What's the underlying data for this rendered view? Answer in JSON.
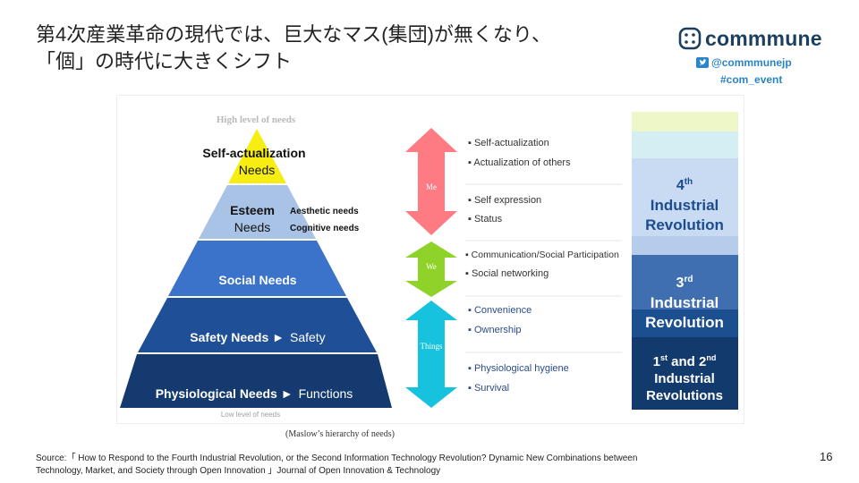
{
  "title": {
    "line1": "第4次産業革命の現代では、巨大なマス(集団)が無くなり、",
    "line2": "「個」の時代に大きくシフト"
  },
  "brand": {
    "name": "commmune",
    "twitter": "@commmunejp",
    "hashtag": "#com_event",
    "color": "#1c3f5f",
    "link_color": "#2a85c8"
  },
  "pyramid": {
    "high_label": "High level of  needs",
    "low_label": "Low level of needs",
    "self_actualization": {
      "name": "Self-actualization",
      "sub": "Needs"
    },
    "esteem": {
      "name": "Esteem",
      "sub": "Needs",
      "note1": "Aesthetic needs",
      "note2": "Cognitive needs"
    },
    "social": {
      "name": "Social Needs"
    },
    "safety": {
      "name": "Safety Needs ►",
      "sub": "Safety"
    },
    "physiological": {
      "name": "Physiological Needs ►",
      "sub": "Functions"
    },
    "colors": {
      "self_actualization": "#f6ee12",
      "esteem": "#a9c3e6",
      "social": "#3a73c9",
      "safety": "#1f4f97",
      "physiological": "#143a70"
    }
  },
  "arrows": {
    "me": {
      "label": "Me",
      "color": "#ff7b84"
    },
    "we": {
      "label": "We",
      "color": "#8fd22a"
    },
    "things": {
      "label": "Things",
      "color": "#16c2de"
    }
  },
  "bullets": {
    "me": [
      "Self-actualization",
      "Actualization of others",
      "Self expression",
      "Status"
    ],
    "we": [
      "Communication/Social  Participation",
      "Social networking"
    ],
    "things": [
      "Convenience",
      "Ownership",
      "Physiological hygiene",
      "Survival"
    ]
  },
  "revolutions": {
    "fourth": {
      "base": "4",
      "sup": "th",
      "line1": "Industrial",
      "line2": "Revolution"
    },
    "third": {
      "base": "3",
      "sup": "rd",
      "line1": "Industrial",
      "line2": "Revolution"
    },
    "first_second": {
      "a": "1",
      "a_sup": "st",
      "mid": " and 2",
      "b_sup": "nd",
      "line1": "Industrial",
      "line2": "Revolutions"
    }
  },
  "caption": "(Maslow’s hierarchy of needs)",
  "source": {
    "line1": "Source:「 How to Respond to the Fourth Industrial Revolution, or the Second Information Technology Revolution? Dynamic New Combinations between",
    "line2": "Technology, Market, and Society through Open Innovation 」Journal of Open Innovation & Technology"
  },
  "page_number": "16"
}
